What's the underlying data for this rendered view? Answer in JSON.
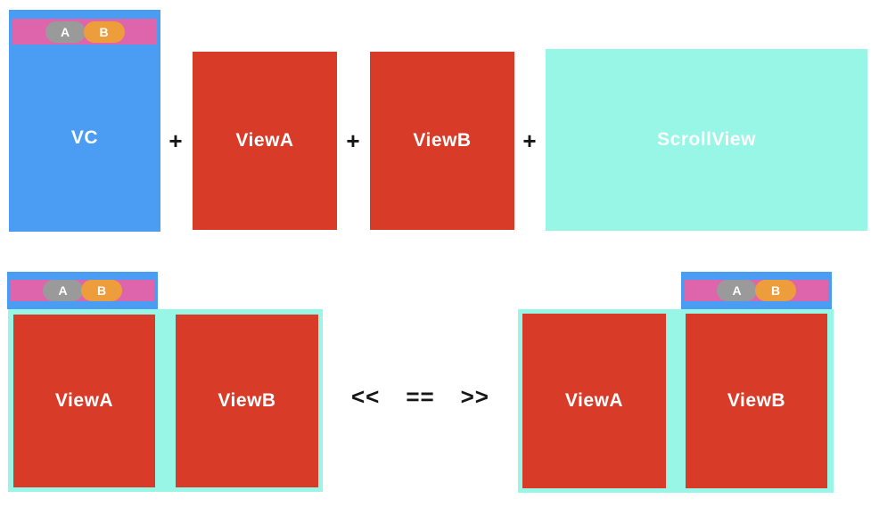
{
  "colors": {
    "blue": "#4A9DF2",
    "pink": "#DE65AB",
    "gray": "#9A9A9A",
    "orange": "#EE9D3D",
    "red": "#D83B27",
    "teal": "#98F6E6",
    "label": "#FFFFFF",
    "symbol": "#161616"
  },
  "top_row": {
    "vc_block": {
      "title": "VC",
      "segment_a": "A",
      "segment_b": "B"
    },
    "plus": "+",
    "view_a_label": "ViewA",
    "view_b_label": "ViewB",
    "scroll_view_label": "ScrollView"
  },
  "bottom_row": {
    "left_state": {
      "segment_a": "A",
      "segment_b": "B",
      "view_a_label": "ViewA",
      "view_b_label": "ViewB"
    },
    "relation": {
      "scroll_left": "<<",
      "equals": "==",
      "scroll_right": ">>"
    },
    "right_state": {
      "segment_a": "A",
      "segment_b": "B",
      "view_a_label": "ViewA",
      "view_b_label": "ViewB"
    }
  }
}
